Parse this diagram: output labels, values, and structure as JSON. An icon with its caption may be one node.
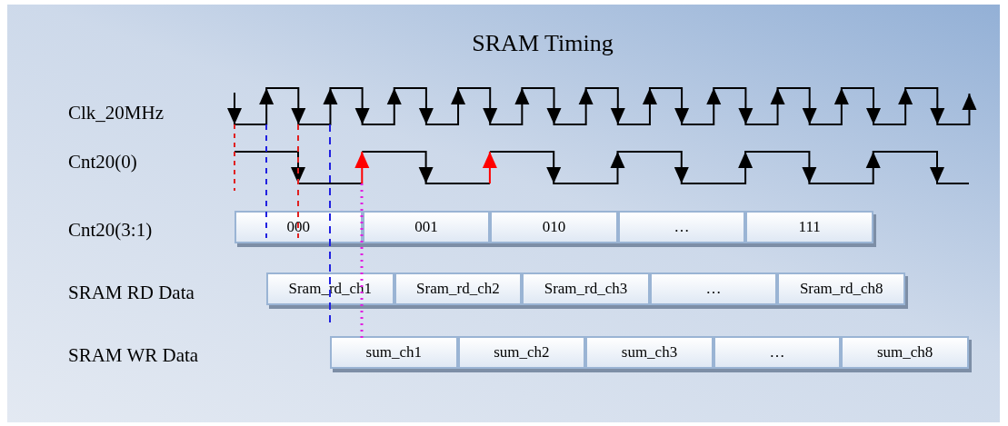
{
  "diagram": {
    "title": "SRAM Timing",
    "nodes": [
      {
        "text": [
          "000"
        ]
      },
      {
        "text": [
          "001"
        ]
      },
      {
        "text": [
          "010"
        ]
      },
      {
        "text": [
          "…"
        ]
      },
      {
        "text": [
          "111"
        ]
      },
      {
        "text": [
          "Sram_rd_ch1"
        ]
      },
      {
        "text": [
          "Sram_rd_ch2"
        ]
      },
      {
        "text": [
          "Sram_rd_ch3"
        ]
      },
      {
        "text": [
          "…"
        ]
      },
      {
        "text": [
          "Sram_rd_ch8"
        ]
      },
      {
        "text": [
          "sum_ch1"
        ]
      },
      {
        "text": [
          "sum_ch2"
        ]
      },
      {
        "text": [
          "sum_ch3"
        ]
      },
      {
        "text": [
          "…"
        ]
      },
      {
        "text": [
          "sum_ch8"
        ]
      }
    ],
    "labels": [
      "Clk_20MHz",
      "Cnt20(0)",
      "Cnt20(3:1)",
      "SRAM RD Data",
      "SRAM WR Data"
    ]
  }
}
